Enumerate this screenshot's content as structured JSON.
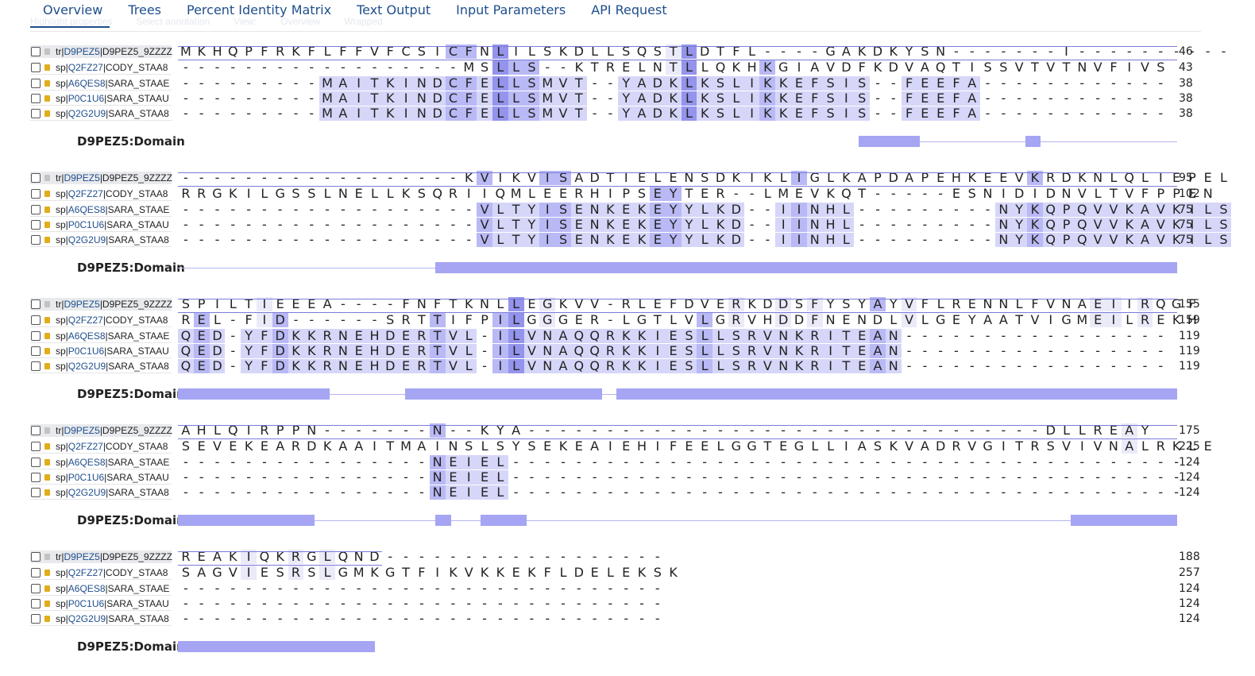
{
  "tabs": [
    "Overview",
    "Trees",
    "Percent Identity Matrix",
    "Text Output",
    "Input Parameters",
    "API Request"
  ],
  "ghost_controls": [
    "Highlight properties",
    "Select annotation",
    "View:",
    "Overview",
    "Wrapped"
  ],
  "colors": {
    "tab_text": "#1f4e8c",
    "level1": "#eaeaf9",
    "level2": "#d6d6f9",
    "level3": "#b9b9f5",
    "level4": "#9494ed",
    "domain": "#a5a5f3",
    "query_outline": "#7b7bd9"
  },
  "sequences": [
    {
      "db": "tr",
      "accession": "D9PEZ5",
      "entry": "D9PEZ5_9ZZZZ",
      "icon": "tr-database-icon"
    },
    {
      "db": "sp",
      "accession": "Q2FZ27",
      "entry": "CODY_STAA8",
      "icon": "swissprot-database-icon"
    },
    {
      "db": "sp",
      "accession": "A6QES8",
      "entry": "SARA_STAAE",
      "icon": "swissprot-database-icon"
    },
    {
      "db": "sp",
      "accession": "P0C1U6",
      "entry": "SARA_STAAU",
      "icon": "swissprot-database-icon"
    },
    {
      "db": "sp",
      "accession": "Q2G2U9",
      "entry": "SARA_STAA8",
      "icon": "swissprot-database-icon"
    }
  ],
  "domain_track_label": "D9PEZ5:Domain",
  "blocks": [
    {
      "rows": [
        "MKHQPFRKFLFFVFCSICFNLILSKDLLSQSTLDTFL----GAKDKYSN-------I----------",
        "------------------MSLLS--KTRELNTLLQKHKGIAVDFKDVAQTISSVTVTNVFIVS",
        "---------MAITKINDCFELLSMVT--YADKLKSLIKKEFSIS--FEEFA------------",
        "---------MAITKINDCFELLSMVT--YADKLKSLIKKEFSIS--FEEFA------------",
        "---------MAITKINDCFELLSMVT--YADKLKSLIKKEFSIS--FEEFA------------"
      ],
      "lengths": [
        "46",
        "43",
        "38",
        "38",
        "38"
      ]
    },
    {
      "rows": [
        "------------------KVIKVISADTIELENSDKIKLIGLKAPDAPEHKEEVKRDKNLQLIEPEL",
        "RRGKILGSSLNELLKSQRIIQMLEERHIPSEYTER--LMEVKQT-----ESNIDIDNVLTVFPPEN",
        "-------------------VLTYISENKEKEYYLKD--IINHL---------NYKQPQVVKAVKILS",
        "-------------------VLTYISENKEKEYYLKD--IINHL---------NYKQPQVVKAVKILS",
        "-------------------VLTYISENKEKEYYLKD--IINHL---------NYKQPQVVKAVKILS"
      ],
      "lengths": [
        "95",
        "102",
        "75",
        "75",
        "75"
      ]
    },
    {
      "rows": [
        "SPILTIEEEA----FNFTKNLLEGKVV-RLEFDVERKDDSFYSYAYVFLRENNLFVNAEIIRQGF",
        "REL-FID------SRTTIFPILGGGER-LGTLVLGRVHDDFNENDLVLGEYAATVIGMEILREKH",
        "QED-YFDKKRNEHDERTVL-ILVNAQQRKKIESLLSRVNKRITEAN-----------------",
        "QED-YFDKKRNEHDERTVL-ILVNAQQRKKIESLLSRVNKRITEAN-----------------",
        "QED-YFDKKRNEHDERTVL-ILVNAQQRKKIESLLSRVNKRITEAN-----------------"
      ],
      "lengths": [
        "155",
        "159",
        "119",
        "119",
        "119"
      ]
    },
    {
      "rows": [
        "AHLQIRPPN-------N--KYA---------------------------------DLLREAY",
        "SEVEKEARDKAAITMAINSLSYSEKEAIEHIFEELGGTEGLLIASKVADRVGITRSVIVNALRKLE",
        "----------------NEIEL-------------------------------------------",
        "----------------NEIEL-------------------------------------------",
        "----------------NEIEL-------------------------------------------"
      ],
      "lengths": [
        "175",
        "225",
        "124",
        "124",
        "124"
      ]
    },
    {
      "rows": [
        "REAKIQKRGLQND------------------",
        "SAGVIESRSLGMKGTFIKVKKEKFLDELEKSK",
        "-------------------------------",
        "-------------------------------",
        "-------------------------------"
      ],
      "lengths": [
        "188",
        "257",
        "124",
        "124",
        "124"
      ]
    }
  ]
}
